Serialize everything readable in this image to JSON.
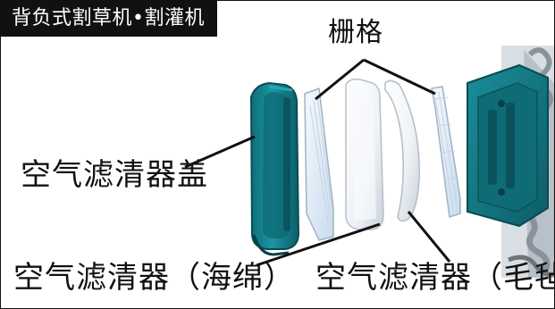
{
  "title": "背负式割草机•割灌机",
  "labels": {
    "grid": "栅格",
    "cover": "空气滤清器盖",
    "sponge": "空气滤清器（海绵）",
    "felt": "空气滤清器（毛毡）"
  },
  "colors": {
    "title_bg": "#111111",
    "title_text": "#ffffff",
    "cover_teal": "#1a8a95",
    "housing_teal": "#147f8c",
    "element_white": "#f4f7fa",
    "line": "#111111"
  },
  "icons": {
    "cover": "air-cleaner-cover",
    "grid": "air-cleaner-grid",
    "sponge": "air-cleaner-sponge",
    "felt": "air-cleaner-felt",
    "housing": "air-cleaner-housing"
  }
}
